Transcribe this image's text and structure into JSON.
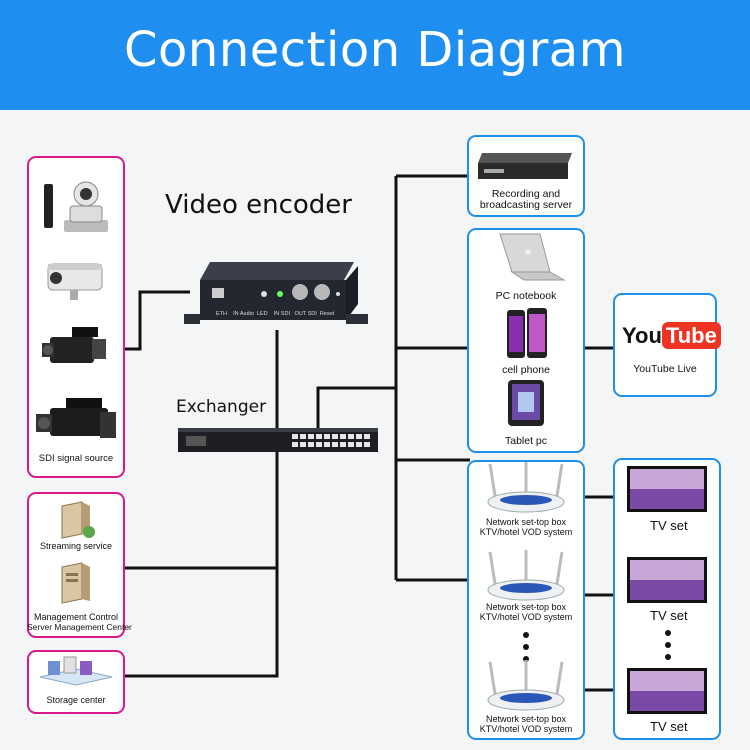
{
  "header": {
    "title": "Connection Diagram"
  },
  "labels": {
    "video_encoder": "Video encoder",
    "exchanger": "Exchanger",
    "sdi_source": "SDI signal source",
    "streaming_service": "Streaming service",
    "management_line1": "Management Control",
    "management_line2": "Server Management Center",
    "storage_center": "Storage center",
    "recording_line1": "Recording and",
    "recording_line2": "broadcasting server",
    "pc_notebook": "PC notebook",
    "cell_phone": "cell phone",
    "tablet_pc": "Tablet pc",
    "youtube_logo_you": "You",
    "youtube_logo_tube": "Tube",
    "youtube_live": "YouTube Live",
    "stb_line1": "Network set-top box",
    "stb_line2": "KTV/hotel VOD system",
    "tv_set": "TV set",
    "encoder_ports": "ETH    IN Audio  LED    IN SDI   OUT SDI  Reset"
  },
  "colors": {
    "banner": "#1e8ff0",
    "pink_border": "#d8188f",
    "blue_border": "#1e90e8"
  }
}
